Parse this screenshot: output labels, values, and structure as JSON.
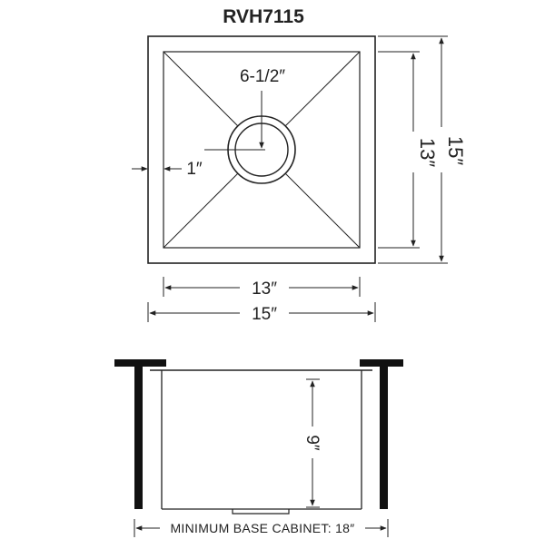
{
  "title": "RVH7115",
  "top_view": {
    "drain_offset_label": "6-1/2″",
    "rim_label": "1″",
    "inner_width_label": "13″",
    "outer_width_label": "15″",
    "inner_depth_label": "13″",
    "outer_depth_label": "15″"
  },
  "side_view": {
    "bowl_depth_label": "9″",
    "cabinet_label": "MINIMUM BASE CABINET: 18″"
  },
  "colors": {
    "line": "#222222",
    "cabinet": "#111111",
    "background": "#ffffff"
  }
}
